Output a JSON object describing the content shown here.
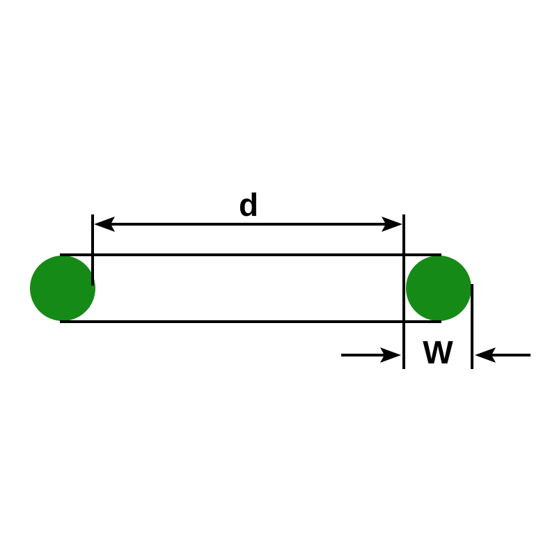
{
  "diagram": {
    "kind": "o-ring-dimension-drawing",
    "labels": {
      "inner_diameter": "d",
      "cross_section_width": "W"
    },
    "colors": {
      "ring": "#168a16",
      "line": "#000000",
      "background": "#ffffff"
    }
  }
}
